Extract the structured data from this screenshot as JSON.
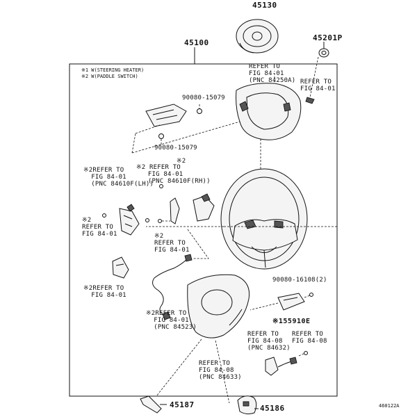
{
  "parts": {
    "p45130": "45130",
    "p45100": "45100",
    "p45201p": "45201P",
    "p15079a": "90080-15079",
    "p15079b": "90080-15079",
    "p16108": "90080-16108(2)",
    "p155910e": "※155910E",
    "p45187": "45187",
    "p45186": "45186"
  },
  "notes": {
    "n1": "※1 W(STEERING HEATER)",
    "n2": "※2 W(PADDLE SWITCH)"
  },
  "refs": {
    "r84250": "REFER TO\nFIG 84-01\n(PNC 84250A)",
    "r8401_top": "REFER TO\nFIG 84-01",
    "r84610lh": "※2REFER TO\n  FIG 84-01\n  (PNC 84610F(LH))",
    "r84610rh": "※2 REFER TO\n   FIG 84-01\n   (PNC 84610F(RH))",
    "r_mark2": "※2",
    "r_left": "※2\nREFER TO\nFIG 84-01",
    "r_mid": "※2\nREFER TO\nFIG 84-01",
    "r_bottom_left": "※2REFER TO\n  FIG 84-01",
    "r84523": "※2REFER TO\n  FIG 84-01\n  (PNC 84523)",
    "r84632": "REFER TO\nFIG 84-08\n(PNC 84632)",
    "r8408": "REFER TO\nFIG 84-08",
    "r84633": "REFER TO\nFIG 84-08\n(PNC 84633)"
  },
  "figure_id": "460122A"
}
